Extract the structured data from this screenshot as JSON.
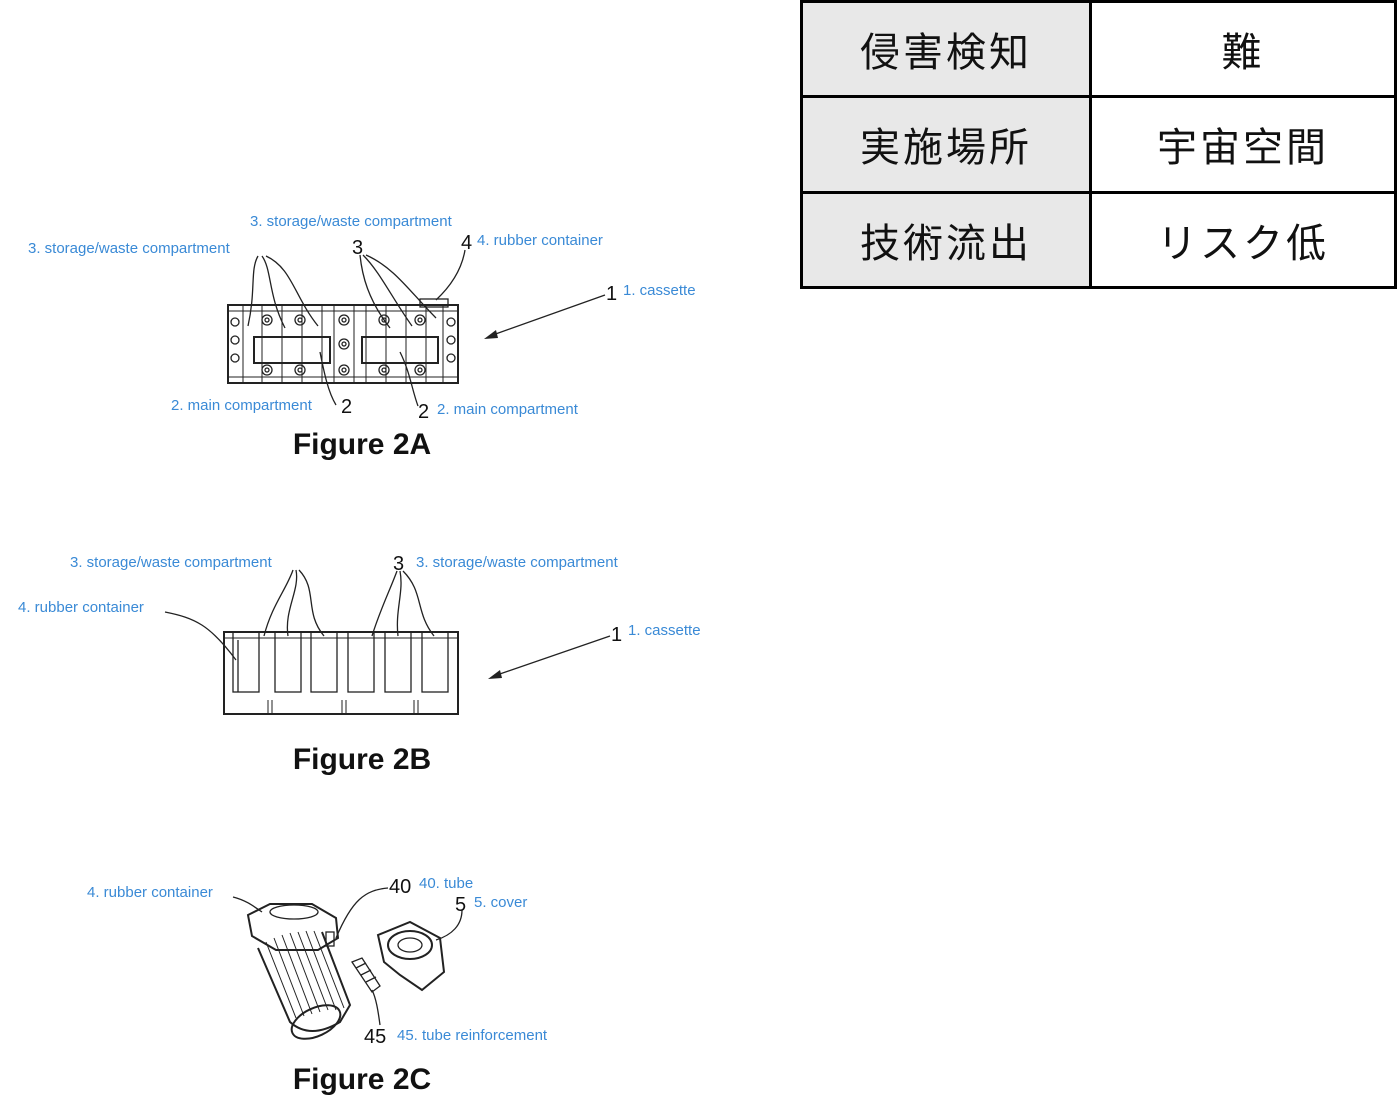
{
  "table": {
    "rows": [
      {
        "key": "侵害検知",
        "value": "難"
      },
      {
        "key": "実施場所",
        "value": "宇宙空間"
      },
      {
        "key": "技術流出",
        "value": "リスク低"
      }
    ]
  },
  "fig2a": {
    "caption": "Figure 2A",
    "label_storage_top": "3. storage/waste compartment",
    "label_storage_left": "3. storage/waste compartment",
    "num_3": "3",
    "num_4": "4",
    "label_rubber": "4. rubber container",
    "num_1": "1",
    "label_cassette": "1. cassette",
    "label_main_left": "2. main compartment",
    "num_2_left": "2",
    "num_2_right": "2",
    "label_main_right": "2. main compartment"
  },
  "fig2b": {
    "caption": "Figure 2B",
    "label_storage_left": "3. storage/waste compartment",
    "num_3": "3",
    "label_storage_right": "3. storage/waste compartment",
    "label_rubber": "4. rubber container",
    "num_1": "1",
    "label_cassette": "1. cassette"
  },
  "fig2c": {
    "caption": "Figure 2C",
    "label_rubber": "4. rubber container",
    "num_40": "40",
    "label_tube": "40. tube",
    "num_5": "5",
    "label_cover": "5. cover",
    "num_45": "45",
    "label_reinforcement": "45. tube reinforcement"
  },
  "colors": {
    "label_blue": "#3a8ad6",
    "line": "#222222",
    "header_gray": "#e8e8e8"
  }
}
